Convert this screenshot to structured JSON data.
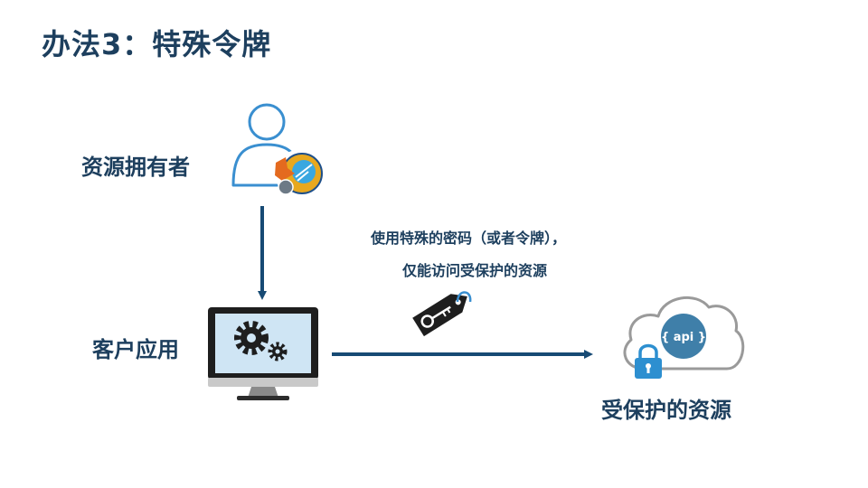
{
  "title": "办法3：特殊令牌",
  "nodes": {
    "owner": "资源拥有者",
    "client": "客户应用",
    "resource": "受保护的资源"
  },
  "note": {
    "line1": "使用特殊的密码（或者令牌），",
    "line2": "仅能访问受保护的资源"
  },
  "api_badge": "{ api }",
  "colors": {
    "dark_blue": "#1d3f5e",
    "arrow": "#174a74",
    "user_outline": "#3a8fd0",
    "cloud_outline": "#9a9a9a",
    "api_fill": "#3f7fa9",
    "lock": "#2d8fd0"
  }
}
